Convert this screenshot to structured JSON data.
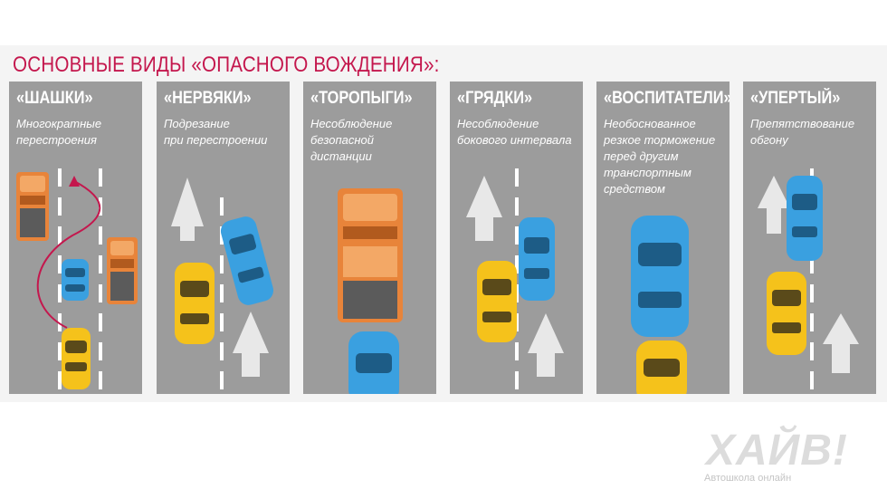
{
  "title": "ОСНОВНЫЕ ВИДЫ «ОПАСНОГО ВОЖДЕНИЯ»:",
  "panels": [
    {
      "name": "«ШАШКИ»",
      "description": "Многократные\nперестроения"
    },
    {
      "name": "«НЕРВЯКИ»",
      "description": "Подрезание\nпри перестроении"
    },
    {
      "name": "«ТОРОПЫГИ»",
      "description": "Несоблюдение\nбезопасной\nдистанции"
    },
    {
      "name": "«ГРЯДКИ»",
      "description": "Несоблюдение\nбокового интервала"
    },
    {
      "name": "«ВОСПИТАТЕЛИ»",
      "description": "Необоснованное\nрезкое торможение\nперед другим\nтранспортным\nсредством"
    },
    {
      "name": "«УПЕРТЫЙ»",
      "description": "Препятствование\nобгону"
    }
  ],
  "logo": {
    "brand": "ХАЙВ!",
    "tagline": "Автошкола онлайн"
  },
  "colors": {
    "title": "#c4174d",
    "road": "#9c9c9c",
    "car_yellow": "#f5c21b",
    "car_blue": "#3aa0e0",
    "truck_orange": "#e8843a",
    "arrow": "#c4174d"
  }
}
